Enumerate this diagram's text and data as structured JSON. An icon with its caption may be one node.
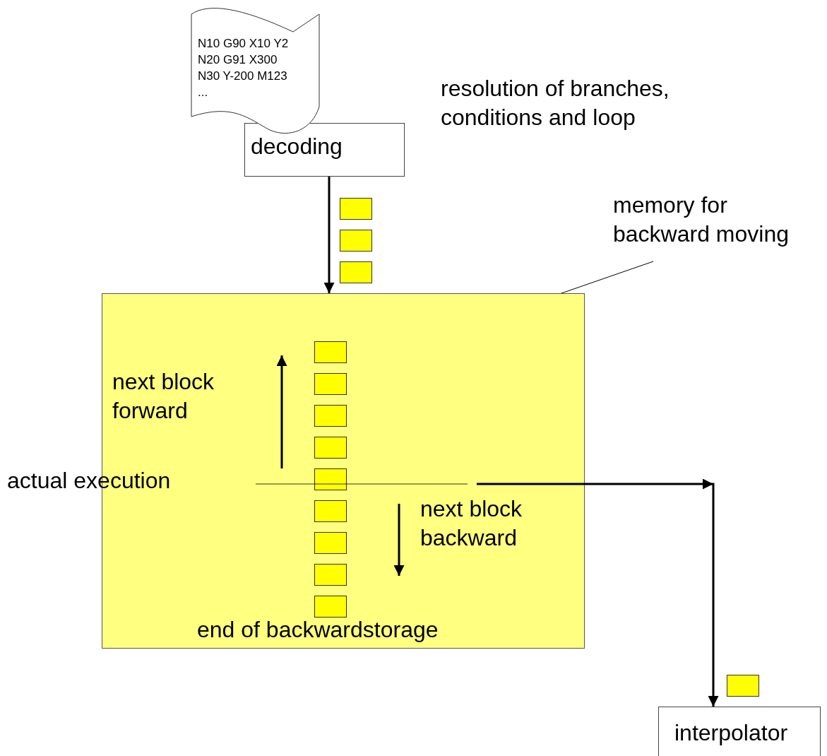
{
  "diagram": {
    "nodes": [
      {
        "text": [
          "N10 G90 X10 Y2",
          "N20 G91 X300",
          "N30 Y-200 M123",
          "..."
        ]
      },
      {
        "text": [
          "decoding"
        ]
      },
      {
        "text": [
          "memory for backward moving"
        ]
      },
      {
        "text": [],
        "shape": "box"
      },
      {
        "text": [],
        "shape": "box"
      },
      {
        "text": [],
        "shape": "box"
      },
      {
        "text": [],
        "shape": "box"
      },
      {
        "text": [],
        "shape": "box",
        "in": 6
      },
      {
        "text": [],
        "shape": "box",
        "in": 6
      },
      {
        "text": [],
        "shape": "box",
        "in": 6
      },
      {
        "text": [],
        "shape": "box",
        "in": 6
      },
      {
        "text": [],
        "shape": "box",
        "in": 6
      },
      {
        "text": [],
        "shape": "box",
        "in": 6
      },
      {
        "text": [],
        "shape": "box",
        "in": 6
      },
      {
        "text": [],
        "shape": "box",
        "in": 6
      },
      {
        "text": [],
        "shape": "box",
        "in": 6
      },
      {
        "text": [],
        "shape": "box"
      },
      {
        "text": [
          "interpolator"
        ]
      }
    ],
    "edges": [
      {
        "from": 1,
        "to": 6,
        "arrow": "to"
      },
      {
        "from": 2,
        "to": 6,
        "arrow": "none"
      },
      {
        "from": null,
        "to": 17,
        "arrow": "to"
      }
    ],
    "labels": [
      "resolution of branches, conditions and loop",
      "next block forward",
      "actual execution",
      "next block backward",
      "end of backwardstorage"
    ]
  }
}
